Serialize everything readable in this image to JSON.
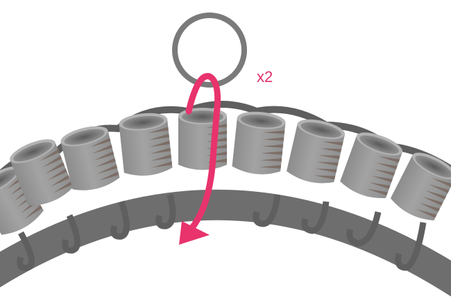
{
  "diagram": {
    "type": "beading-illustration",
    "subject": "Jump ring attached through a bead on a curved cord with looped links",
    "annotation": {
      "repeat_label": "x2",
      "arrow_direction": "down-left through bead"
    },
    "colors": {
      "background": "#ffffff",
      "ring": "#7a7a7a",
      "cord": "#6e6e6e",
      "links": "#5f5f5f",
      "bead_body": "#9a9a9a",
      "bead_stripes": "#7d6e66",
      "arrow": "#e8336d",
      "label": "#e0306a"
    },
    "bead_count_visible": 9
  }
}
